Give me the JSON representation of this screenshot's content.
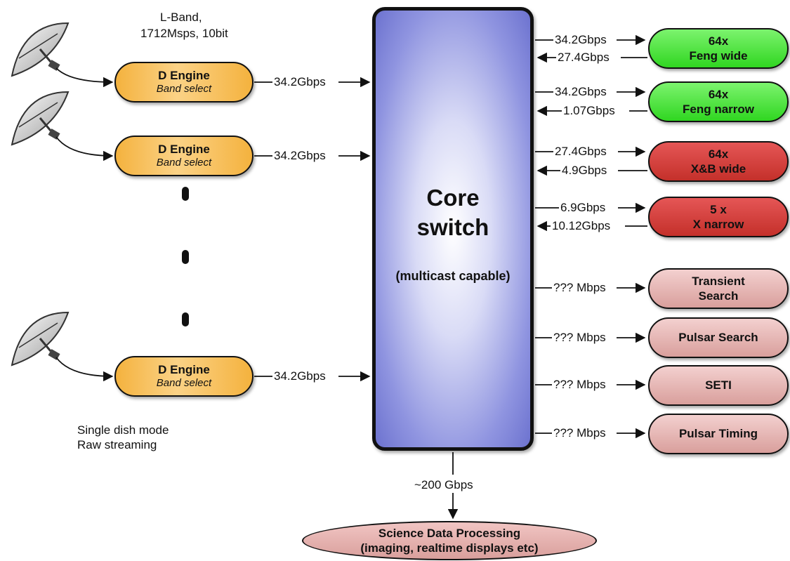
{
  "input": {
    "band_line1": "L-Band,",
    "band_line2": "1712Msps, 10bit",
    "engines": [
      {
        "title": "D Engine",
        "subtitle": "Band select",
        "rate": "34.2Gbps"
      },
      {
        "title": "D Engine",
        "subtitle": "Band select",
        "rate": "34.2Gbps"
      },
      {
        "title": "D Engine",
        "subtitle": "Band select",
        "rate": "34.2Gbps"
      }
    ],
    "mode_line1": "Single dish mode",
    "mode_line2": "Raw streaming"
  },
  "core": {
    "title_line1": "Core",
    "title_line2": "switch",
    "subtitle": "(multicast capable)"
  },
  "outputs": [
    {
      "line1": "64x",
      "line2": "Feng wide",
      "out_rate": "34.2Gbps",
      "in_rate": "27.4Gbps",
      "color": "#30d621"
    },
    {
      "line1": "64x",
      "line2": "Feng narrow",
      "out_rate": "34.2Gbps",
      "in_rate": "1.07Gbps",
      "color": "#30d621"
    },
    {
      "line1": "64x",
      "line2": "X&B wide",
      "out_rate": "27.4Gbps",
      "in_rate": "4.9Gbps",
      "color": "#c4302a"
    },
    {
      "line1": "5 x",
      "line2": "X narrow",
      "out_rate": "6.9Gbps",
      "in_rate": "10.12Gbps",
      "color": "#c4302a"
    },
    {
      "line1": "Transient",
      "line2": "Search",
      "out_rate": "??? Mbps",
      "color": "#d99f9c"
    },
    {
      "line1": "Pulsar Search",
      "out_rate": "??? Mbps",
      "color": "#d99f9c"
    },
    {
      "line1": "SETI",
      "out_rate": "??? Mbps",
      "color": "#d99f9c"
    },
    {
      "line1": "Pulsar Timing",
      "out_rate": "??? Mbps",
      "color": "#d99f9c"
    }
  ],
  "sdp": {
    "rate": "~200 Gbps",
    "line1": "Science Data Processing",
    "line2": "(imaging, realtime displays etc)"
  }
}
